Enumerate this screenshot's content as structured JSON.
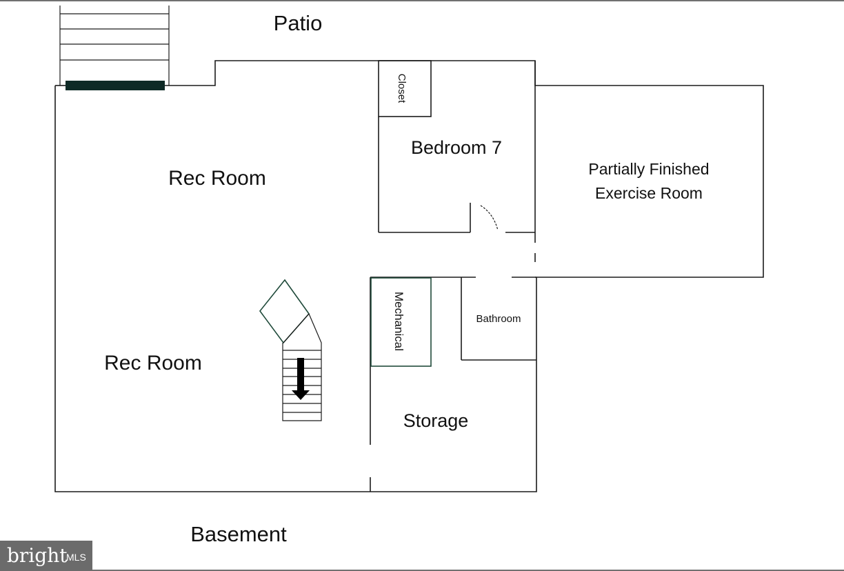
{
  "labels": {
    "patio": "Patio",
    "closet": "Closet",
    "bedroom": "Bedroom 7",
    "rec_room_upper": "Rec Room",
    "rec_room_lower": "Rec Room",
    "exercise_line1": "Partially Finished",
    "exercise_line2": "Exercise Room",
    "mechanical": "Mechanical",
    "bathroom": "Bathroom",
    "storage": "Storage",
    "level": "Basement"
  },
  "watermark": {
    "brand": "bright",
    "suffix": "MLS"
  },
  "colors": {
    "wall": "#1a1a1a",
    "mechanical_outline": "#1f4a3a",
    "patio_bar": "#0e2a26",
    "badge_bg": "#6b6b6b"
  }
}
